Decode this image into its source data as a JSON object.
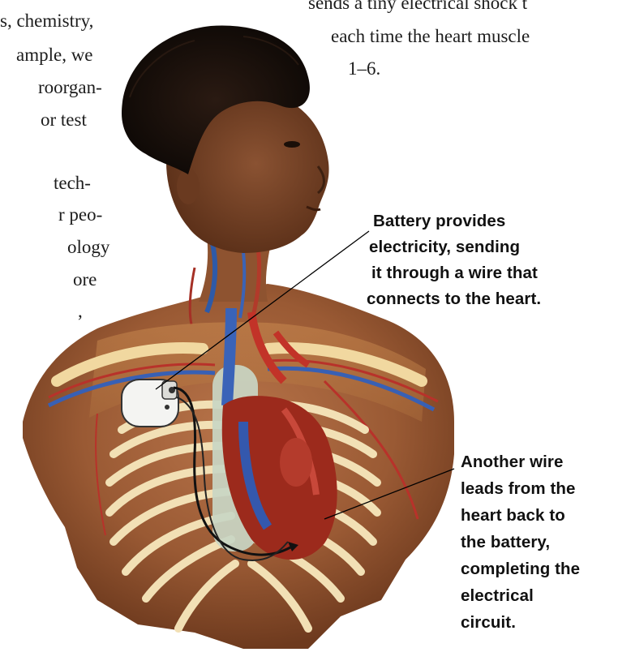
{
  "left_column_text": [
    "s, chemistry,",
    "ample, we",
    "roorgan-",
    "or test",
    "tech-",
    "r peo-",
    "ology",
    "ore",
    ","
  ],
  "top_right_text": [
    "sends a tiny electrical shock t",
    "each time the heart muscle",
    "1–6."
  ],
  "callout_top": [
    "Battery provides",
    "electricity, sending",
    "it through a wire that",
    "connects to the heart."
  ],
  "callout_bottom": [
    "Another wire",
    "leads from the",
    "heart back to",
    "the battery,",
    "completing the",
    "electrical",
    "circuit."
  ]
}
